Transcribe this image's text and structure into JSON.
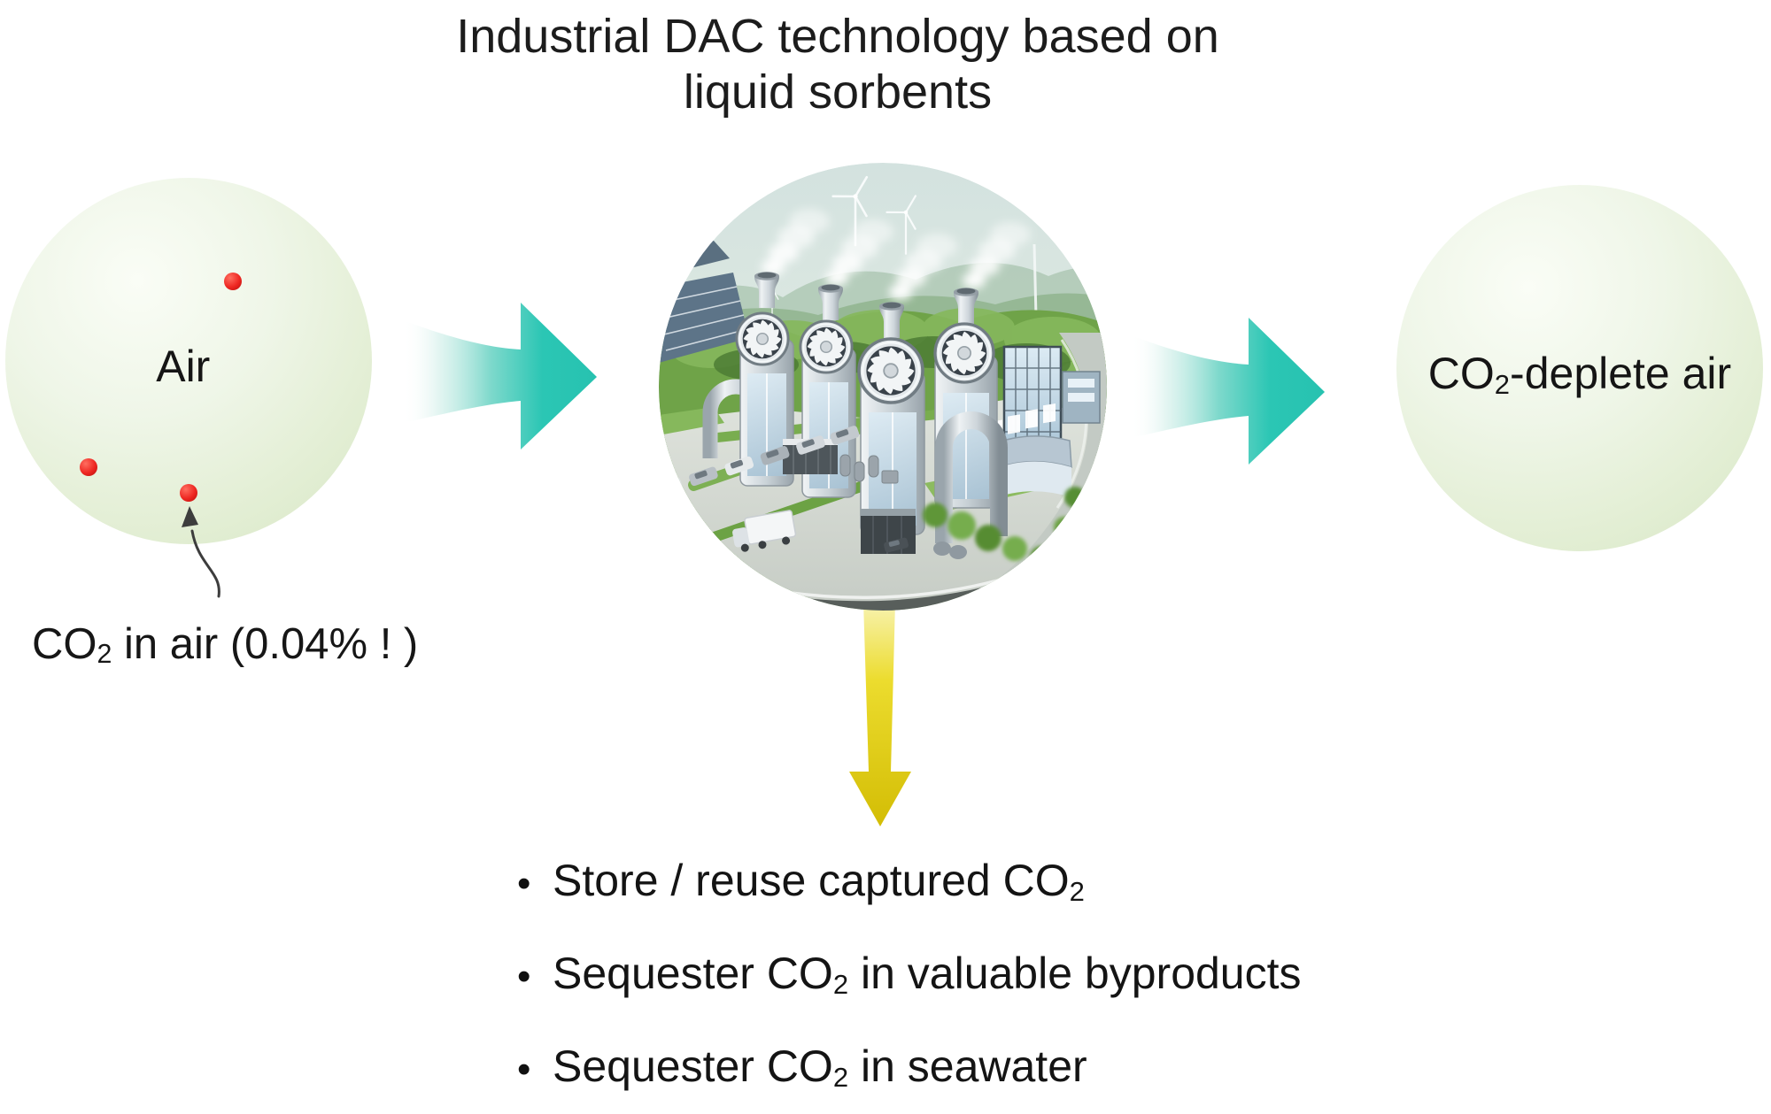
{
  "title": {
    "line1": "Industrial DAC technology based on",
    "line2": "liquid sorbents"
  },
  "air_sphere": {
    "label": "Air"
  },
  "co2_annotation": {
    "prefix": "CO",
    "subscript": "2",
    "suffix": " in air (0.04% ! )"
  },
  "deplete_sphere": {
    "prefix": "CO",
    "subscript": "2",
    "suffix": "-deplete air"
  },
  "bullet_glyph": "•",
  "bullets": [
    {
      "prefix": "Store / reuse captured CO",
      "subscript": "2",
      "suffix": ""
    },
    {
      "prefix": "Sequester CO",
      "subscript": "2",
      "suffix": " in valuable byproducts"
    },
    {
      "prefix": "Sequester CO",
      "subscript": "2",
      "suffix": " in seawater"
    }
  ],
  "colors": {
    "flow_arrow_teal": "#2BC6B4",
    "down_arrow_yellow": "#E5CE13",
    "co2_dot_red": "#EE2722",
    "sphere_green": "#E4EFD6",
    "text": "#1B1B1B"
  }
}
